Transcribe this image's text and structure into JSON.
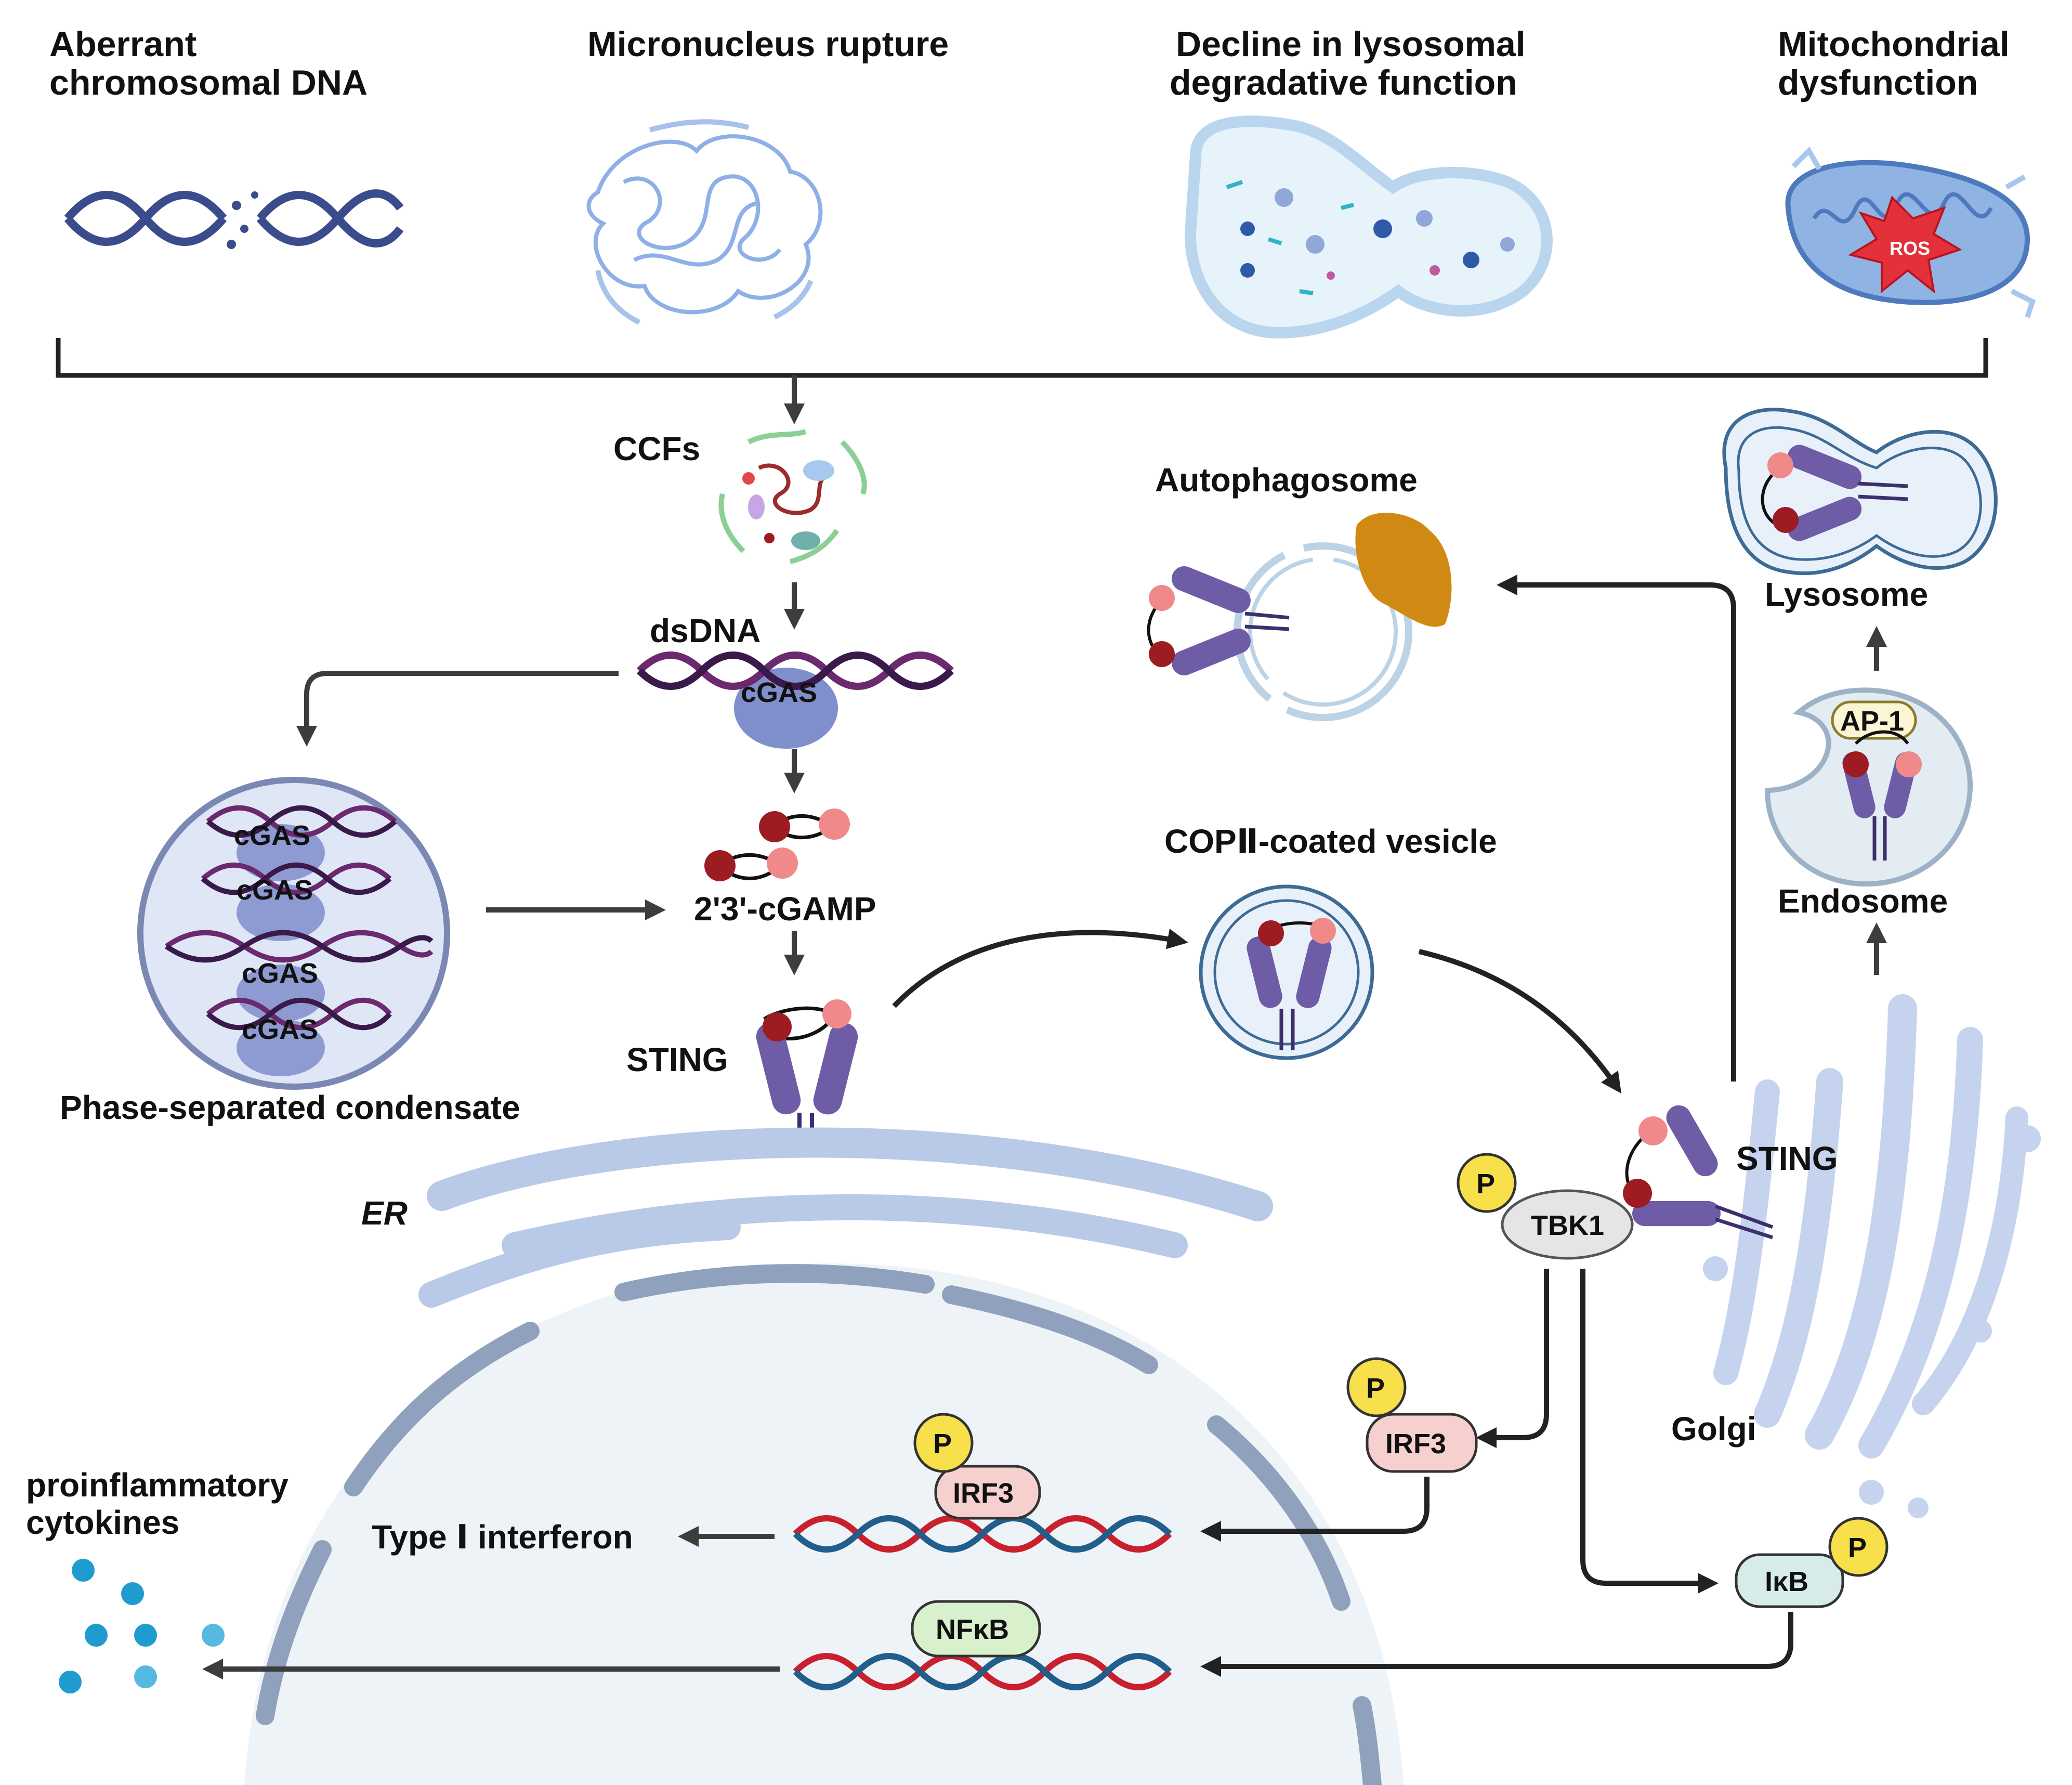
{
  "top_row": {
    "aberrant_dna": {
      "line1": "Aberrant",
      "line2": "chromosomal DNA"
    },
    "micronucleus": {
      "label": "Micronucleus rupture"
    },
    "lysosomal": {
      "line1": "Decline in lysosomal",
      "line2": "degradative function"
    },
    "mitochondria": {
      "line1": "Mitochondrial",
      "line2": "dysfunction",
      "ros": "ROS"
    }
  },
  "labels": {
    "ccfs": "CCFs",
    "dsdna": "dsDNA",
    "cgas": "cGAS",
    "cgamp": "2'3'-cGAMP",
    "sting": "STING",
    "er": "ER",
    "condensate": "Phase-separated condensate",
    "autophagosome": "Autophagosome",
    "copii": "COPⅡ-coated vesicle",
    "lysosome": "Lysosome",
    "endosome": "Endosome",
    "ap1": "AP-1",
    "golgi": "Golgi",
    "sting_golgi": "STING",
    "tbk1": "TBK1",
    "p": "P",
    "irf3": "IRF3",
    "ikb": "IκB",
    "nfkb": "NFκB",
    "type1": "Type Ⅰ interferon",
    "cytokines_line1": "proinflammatory",
    "cytokines_line2": "cytokines"
  },
  "colors": {
    "arrow": "#3d3d3d",
    "dna_blue": "#3b4c8c",
    "dna_purple": "#6b2a6e",
    "cgas": "#7f8fcc",
    "sting_purple": "#6e5ca6",
    "ligand_dark": "#9c1c22",
    "ligand_light": "#f08a8a",
    "er_blue": "#b9c9e8",
    "nucleus": "#eef3f7",
    "envelope": "#8fa1bd",
    "tbk1": "#e5e5e5",
    "irf3": "#f5d0cf",
    "ikb": "#d7ece8",
    "nfkb": "#d9f0cc",
    "p_yellow": "#f7e04b",
    "rnna_red": "#c8202c",
    "rna_blue": "#215e8c",
    "cytokine": "#1f9bd0",
    "autophagy": "#d08a14"
  }
}
